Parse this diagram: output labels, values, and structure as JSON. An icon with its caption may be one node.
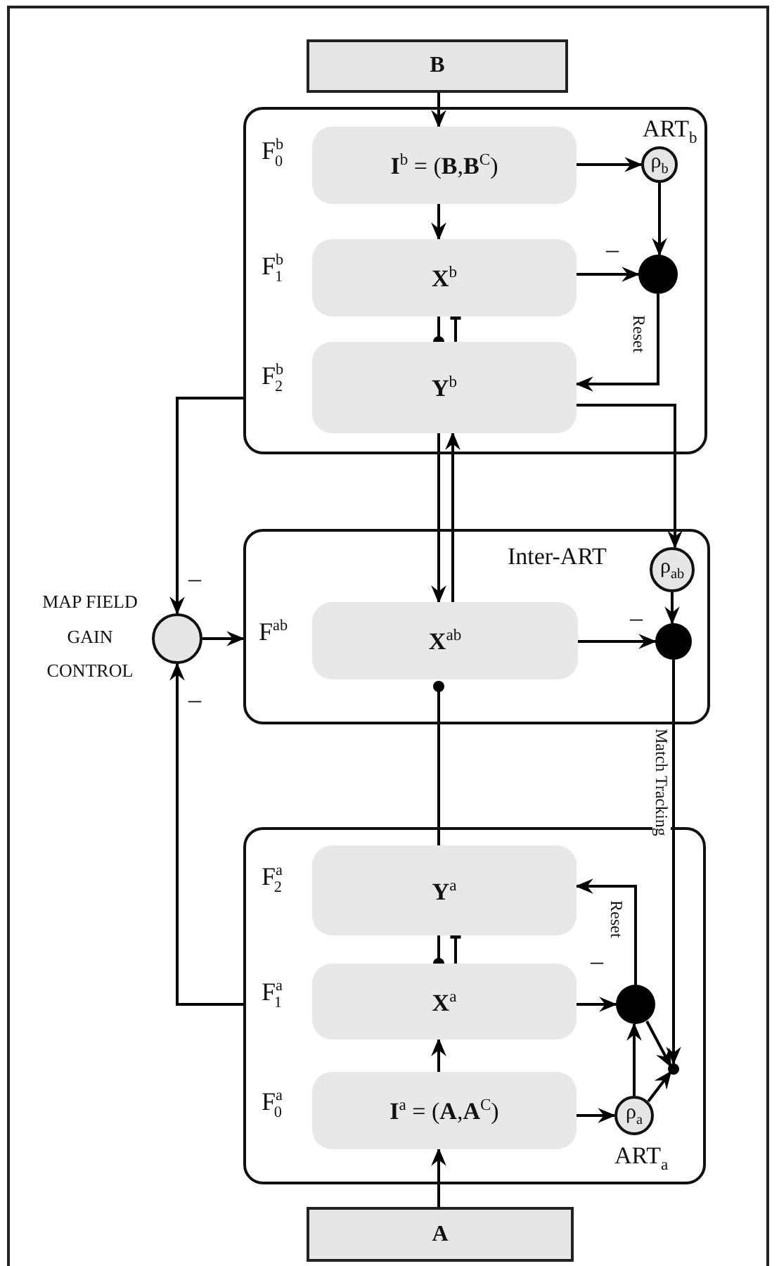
{
  "diagram": {
    "nodes": [
      {
        "text": [
          "B"
        ]
      },
      {
        "text": [
          "ART$_{b}$"
        ]
      },
      {
        "text": [
          "**I**$^{b}$ = (**B**,**B**$^{C}$)"
        ],
        "in": 1,
        "beside": [
          "F$^{b}$$_{0}$"
        ]
      },
      {
        "text": [
          "ρ$_{b}$"
        ],
        "in": 1
      },
      {
        "text": [
          "**X**$^{b}$"
        ],
        "in": 1,
        "beside": [
          "F$^{b}$$_{1}$"
        ]
      },
      {
        "text": [],
        "shape": "circle",
        "in": 1
      },
      {
        "text": [
          "**Y**$^{b}$"
        ],
        "in": 1,
        "beside": [
          "F$^{b}$$_{2}$"
        ]
      },
      {
        "text": [
          "Inter-ART"
        ]
      },
      {
        "text": [
          "ρ$_{ab}$"
        ],
        "in": 7
      },
      {
        "text": [
          "**X**$^{ab}$"
        ],
        "in": 7,
        "beside": [
          "F$^{ab}$"
        ]
      },
      {
        "text": [],
        "shape": "circle",
        "in": 7
      },
      {
        "text": [],
        "shape": "circle",
        "beside": [
          "MAP FIELD GAIN CONTROL"
        ]
      },
      {
        "text": [
          "ART$_{a}$"
        ]
      },
      {
        "text": [
          "**Y**$^{a}$"
        ],
        "in": 12,
        "beside": [
          "F$^{a}$$_{2}$"
        ]
      },
      {
        "text": [
          "**X**$^{a}$"
        ],
        "in": 12,
        "beside": [
          "F$^{a}$$_{1}$"
        ]
      },
      {
        "text": [],
        "shape": "circle",
        "in": 12
      },
      {
        "text": [
          "**I**$^{a}$ = (**A**,**A**$^{C}$)"
        ],
        "in": 12,
        "beside": [
          "F$^{a}$$_{0}$"
        ]
      },
      {
        "text": [
          "ρ$_{a}$"
        ],
        "in": 12
      },
      {
        "text": [],
        "shape": "circle",
        "in": 12
      },
      {
        "text": [
          "A"
        ]
      }
    ],
    "edges": [
      {
        "from": 0,
        "to": 2,
        "arrow": "to"
      },
      {
        "from": 2,
        "to": 3,
        "arrow": "to"
      },
      {
        "from": 3,
        "to": 5,
        "arrow": "to"
      },
      {
        "from": 2,
        "to": 4,
        "arrow": "to"
      },
      {
        "from": 4,
        "to": 5,
        "arrow": "to",
        "label": "–"
      },
      {
        "from": 4,
        "to": 6,
        "arrow": "other"
      },
      {
        "from": 6,
        "to": 4,
        "arrow": "other"
      },
      {
        "from": 5,
        "to": 6,
        "arrow": "to",
        "label": "Reset"
      },
      {
        "from": 6,
        "to": 8,
        "arrow": "to"
      },
      {
        "from": 6,
        "to": 9,
        "arrow": "to"
      },
      {
        "from": 9,
        "to": 6,
        "arrow": "to"
      },
      {
        "from": 1,
        "to": 11,
        "arrow": "to",
        "label": "–"
      },
      {
        "from": 12,
        "to": 11,
        "arrow": "to",
        "label": "–"
      },
      {
        "from": 11,
        "to": 7,
        "arrow": "to"
      },
      {
        "from": 8,
        "to": 10,
        "arrow": "to"
      },
      {
        "from": 9,
        "to": 10,
        "arrow": "to",
        "label": "–"
      },
      {
        "from": 10,
        "to": 18,
        "arrow": "to",
        "label": "Match Tracking"
      },
      {
        "from": 13,
        "to": 9,
        "arrow": "other"
      },
      {
        "from": 13,
        "to": 14,
        "arrow": "other"
      },
      {
        "from": 14,
        "to": 13,
        "arrow": "other"
      },
      {
        "from": 14,
        "to": 15,
        "arrow": "to",
        "label": "–"
      },
      {
        "from": 15,
        "to": 13,
        "arrow": "to",
        "label": "Reset"
      },
      {
        "from": 16,
        "to": 14,
        "arrow": "to"
      },
      {
        "from": 19,
        "to": 16,
        "arrow": "to"
      },
      {
        "from": 16,
        "to": 17,
        "arrow": "to"
      },
      {
        "from": 17,
        "to": 15,
        "arrow": "to"
      },
      {
        "from": 17,
        "to": 18,
        "arrow": "to"
      },
      {
        "from": 15,
        "to": 18,
        "arrow": "to"
      }
    ]
  }
}
